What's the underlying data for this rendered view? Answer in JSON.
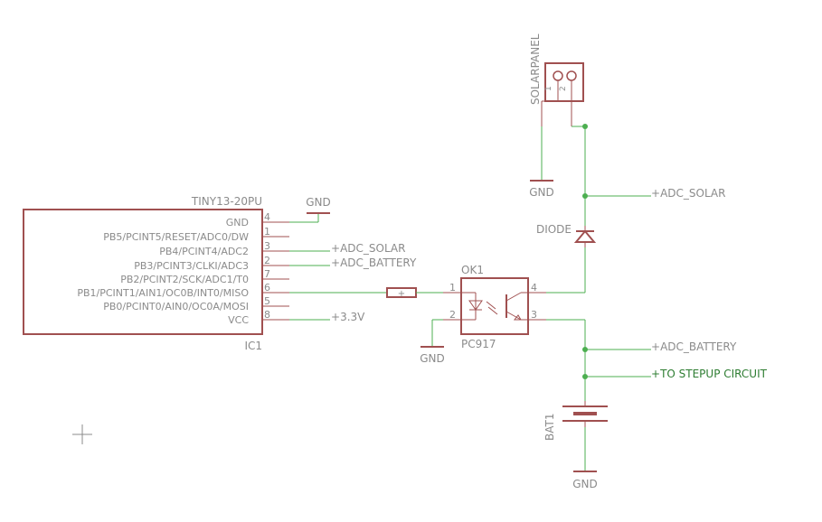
{
  "mcu": {
    "part_name": "TINY13-20PU",
    "ref": "IC1",
    "pins": [
      {
        "number": "4",
        "name": "GND"
      },
      {
        "number": "1",
        "name": "PB5/PCINT5/RESET/ADC0/DW"
      },
      {
        "number": "3",
        "name": "PB4/PCINT4/ADC2"
      },
      {
        "number": "2",
        "name": "PB3/PCINT3/CLKI/ADC3"
      },
      {
        "number": "7",
        "name": "PB2/PCINT2/SCK/ADC1/T0"
      },
      {
        "number": "6",
        "name": "PB1/PCINT1/AIN1/OC0B/INT0/MISO"
      },
      {
        "number": "5",
        "name": "PB0/PCINT0/AIN0/OC0A/MOSI"
      },
      {
        "number": "8",
        "name": "VCC"
      }
    ]
  },
  "solarpanel": {
    "ref": "SOLARPANEL",
    "pin1": "1",
    "pin2": "2"
  },
  "optocoupler": {
    "ref": "OK1",
    "part_name": "PC917",
    "pin1": "1",
    "pin2": "2",
    "pin3": "3",
    "pin4": "4"
  },
  "diode": {
    "ref": "DIODE"
  },
  "battery": {
    "ref": "BAT1"
  },
  "resistor": {
    "mark": "+"
  },
  "nets": {
    "gnd": "GND",
    "adc_solar": "ADC_SOLAR",
    "adc_battery": "ADC_BATTERY",
    "vcc": "3.3V",
    "stepup": "TO STEPUP CIRCUIT"
  },
  "colors": {
    "part": "#a05050",
    "wire": "#4caf50",
    "text": "#8b8b8b",
    "net_label": "#2e7d32"
  }
}
